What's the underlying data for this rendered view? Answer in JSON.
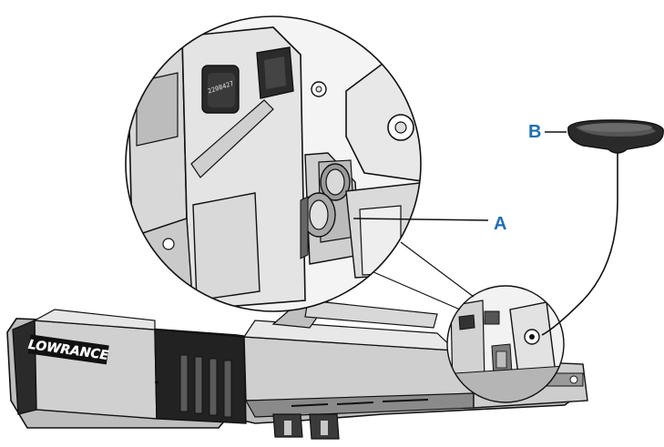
{
  "callouts": {
    "a": {
      "letter": "A"
    },
    "b": {
      "letter": "B"
    }
  },
  "brand": {
    "logo_text": "LOWRANCE"
  },
  "part_marking": "2208427",
  "colors": {
    "callout": "#1f6fb2",
    "line": "#111111",
    "gray_light": "#d9d9d9",
    "gray_mid": "#a6a6a6",
    "gray_dark": "#4a4a4a",
    "black": "#1a1a1a"
  }
}
